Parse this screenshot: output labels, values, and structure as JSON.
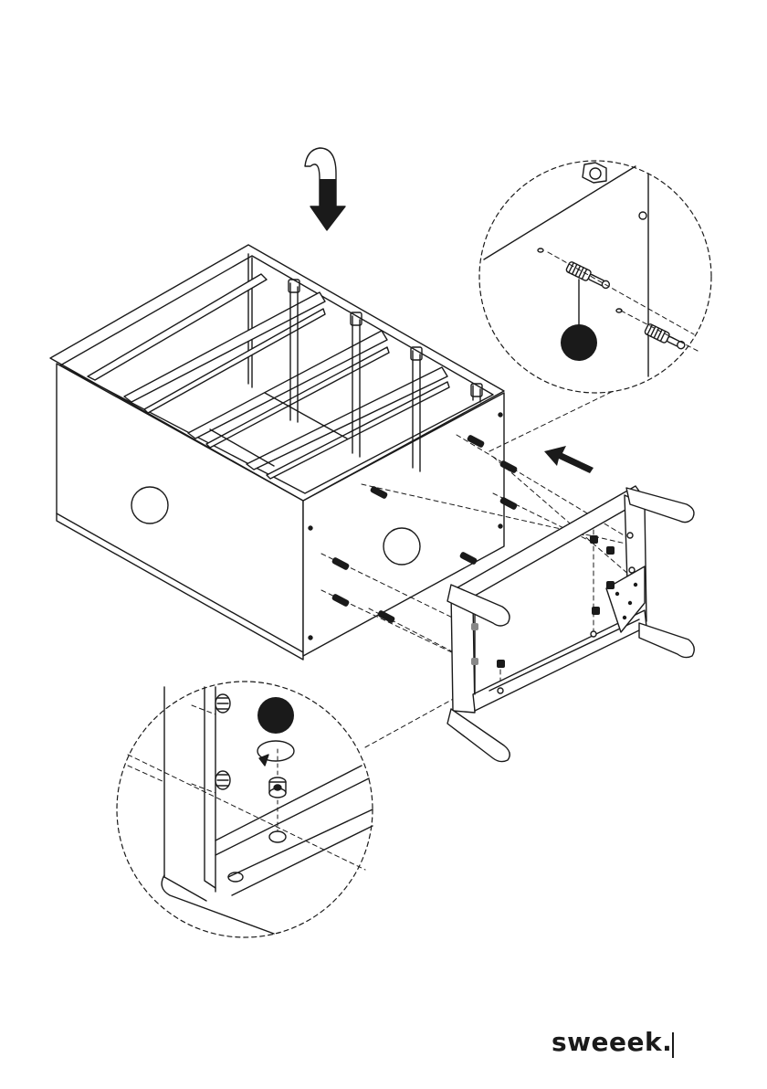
{
  "diagram": {
    "type": "assembly-instruction",
    "step_badges": [
      {
        "id": "top-detail",
        "label": ""
      },
      {
        "id": "bottom-detail",
        "label": ""
      }
    ]
  },
  "brand": {
    "logo_text": "sweeek."
  },
  "footer": {
    "text": ""
  },
  "colors": {
    "ink": "#1a1a1a",
    "paper": "#ffffff"
  }
}
